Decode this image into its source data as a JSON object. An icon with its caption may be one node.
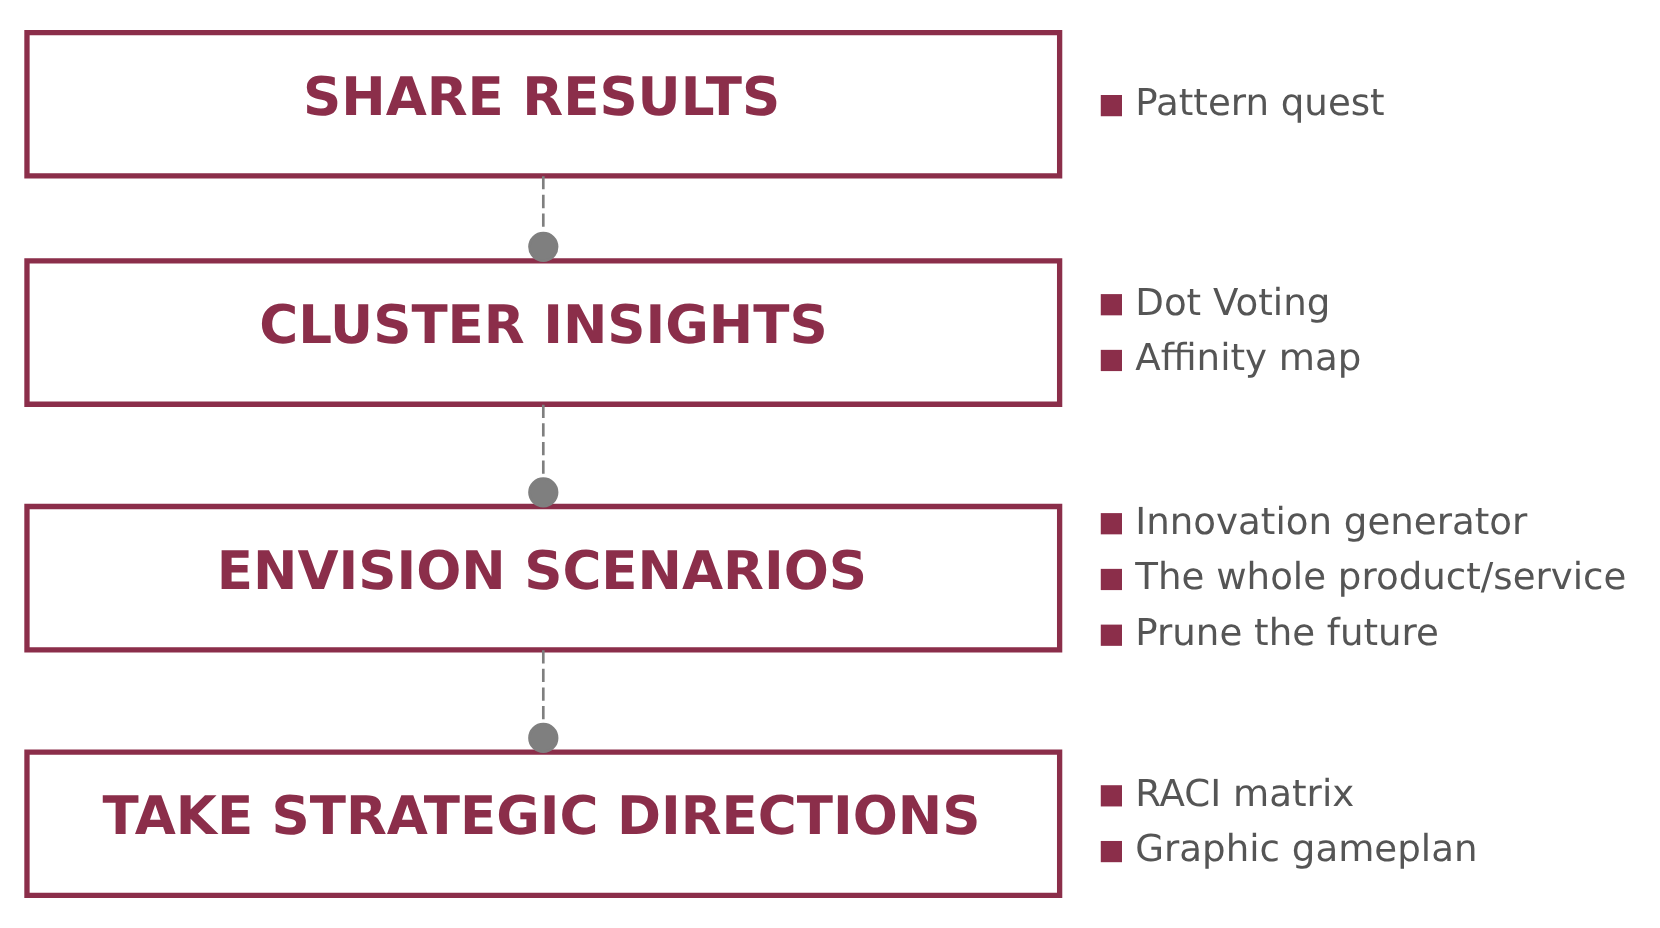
{
  "diagram": {
    "nodes": [
      {
        "text": [
          "SHARE RESULTS"
        ],
        "beside": [
          "Pattern quest"
        ]
      },
      {
        "text": [
          "CLUSTER INSIGHTS"
        ],
        "beside": [
          "Dot Voting",
          "Affinity map"
        ]
      },
      {
        "text": [
          "ENVISION SCENARIOS"
        ],
        "beside": [
          "Innovation generator",
          "The whole product/service",
          "Prune the future"
        ]
      },
      {
        "text": [
          "TAKE STRATEGIC DIRECTIONS"
        ],
        "beside": [
          "RACI matrix",
          "Graphic gameplan"
        ]
      }
    ],
    "edges": [
      {
        "from": 0,
        "to": 1,
        "arrow": "other",
        "style": "dashed"
      },
      {
        "from": 1,
        "to": 2,
        "arrow": "other",
        "style": "dashed"
      },
      {
        "from": 2,
        "to": 3,
        "arrow": "other",
        "style": "dashed"
      }
    ]
  }
}
